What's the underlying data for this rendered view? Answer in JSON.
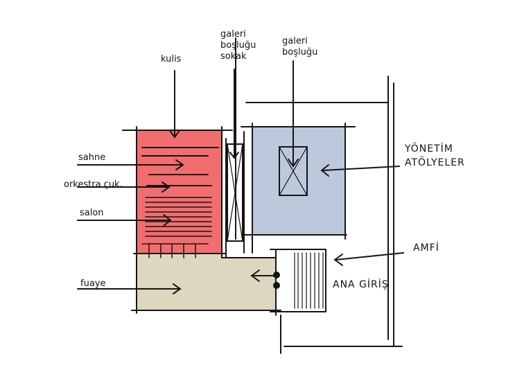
{
  "labels": {
    "kulis": "kulis",
    "galeri_sokak": [
      "galeri",
      "boşluğu",
      "sokak"
    ],
    "galeri_bosluk": [
      "galeri",
      "boşluğu"
    ],
    "sahne": "sahne",
    "orkestra": "orkestra çuk.",
    "salon": "salon",
    "fuaye": "fuaye",
    "yonetim": [
      "YÖNETİM",
      "ATÖLYELER"
    ],
    "amfi": "AMFİ",
    "ana_giris": "ANA GİRİŞ"
  },
  "colors": {
    "theatre": "#f26d6d",
    "admin": "#bcc9dc",
    "foyer": "#ddd7c0",
    "ink": "#141414"
  }
}
